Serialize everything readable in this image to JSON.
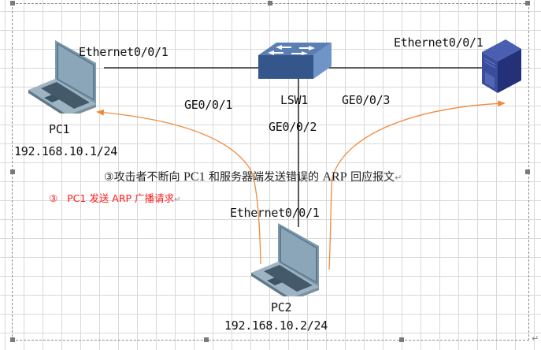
{
  "colors": {
    "grid_line": "#d9d9d9",
    "frame_border": "#8c8c8c",
    "link_line": "#000000",
    "arrow": "#f08a3c",
    "red_note": "#ff1a1a",
    "switch_top": "#5b7fb3",
    "switch_front": "#34568a",
    "server_body": "#2e3e8f"
  },
  "devices": {
    "pc1": {
      "name": "PC1",
      "ip": "192.168.10.1/24",
      "port": "Ethernet0/0/1",
      "icon": "laptop-icon"
    },
    "switch": {
      "name": "LSW1",
      "ports": [
        "GE0/0/1",
        "GE0/0/2",
        "GE0/0/3"
      ],
      "icon": "switch-icon"
    },
    "server": {
      "port": "Ethernet0/0/1",
      "icon": "server-icon"
    },
    "pc2": {
      "name": "PC2",
      "ip": "192.168.10.2/24",
      "port": "Ethernet0/0/1",
      "icon": "laptop-icon"
    }
  },
  "notes": {
    "attack": {
      "marker": "③",
      "pre": "攻击者不断向 ",
      "pc": "PC1",
      "mid": " 和服务器端发送错误的 ",
      "arp": "ARP",
      "post": " 回应报文",
      "mark": "↵"
    },
    "broadcast": {
      "marker": "③",
      "text": "PC1 发送 ARP 广播请求",
      "mark": "↵"
    }
  },
  "paragraph_mark": "↵"
}
